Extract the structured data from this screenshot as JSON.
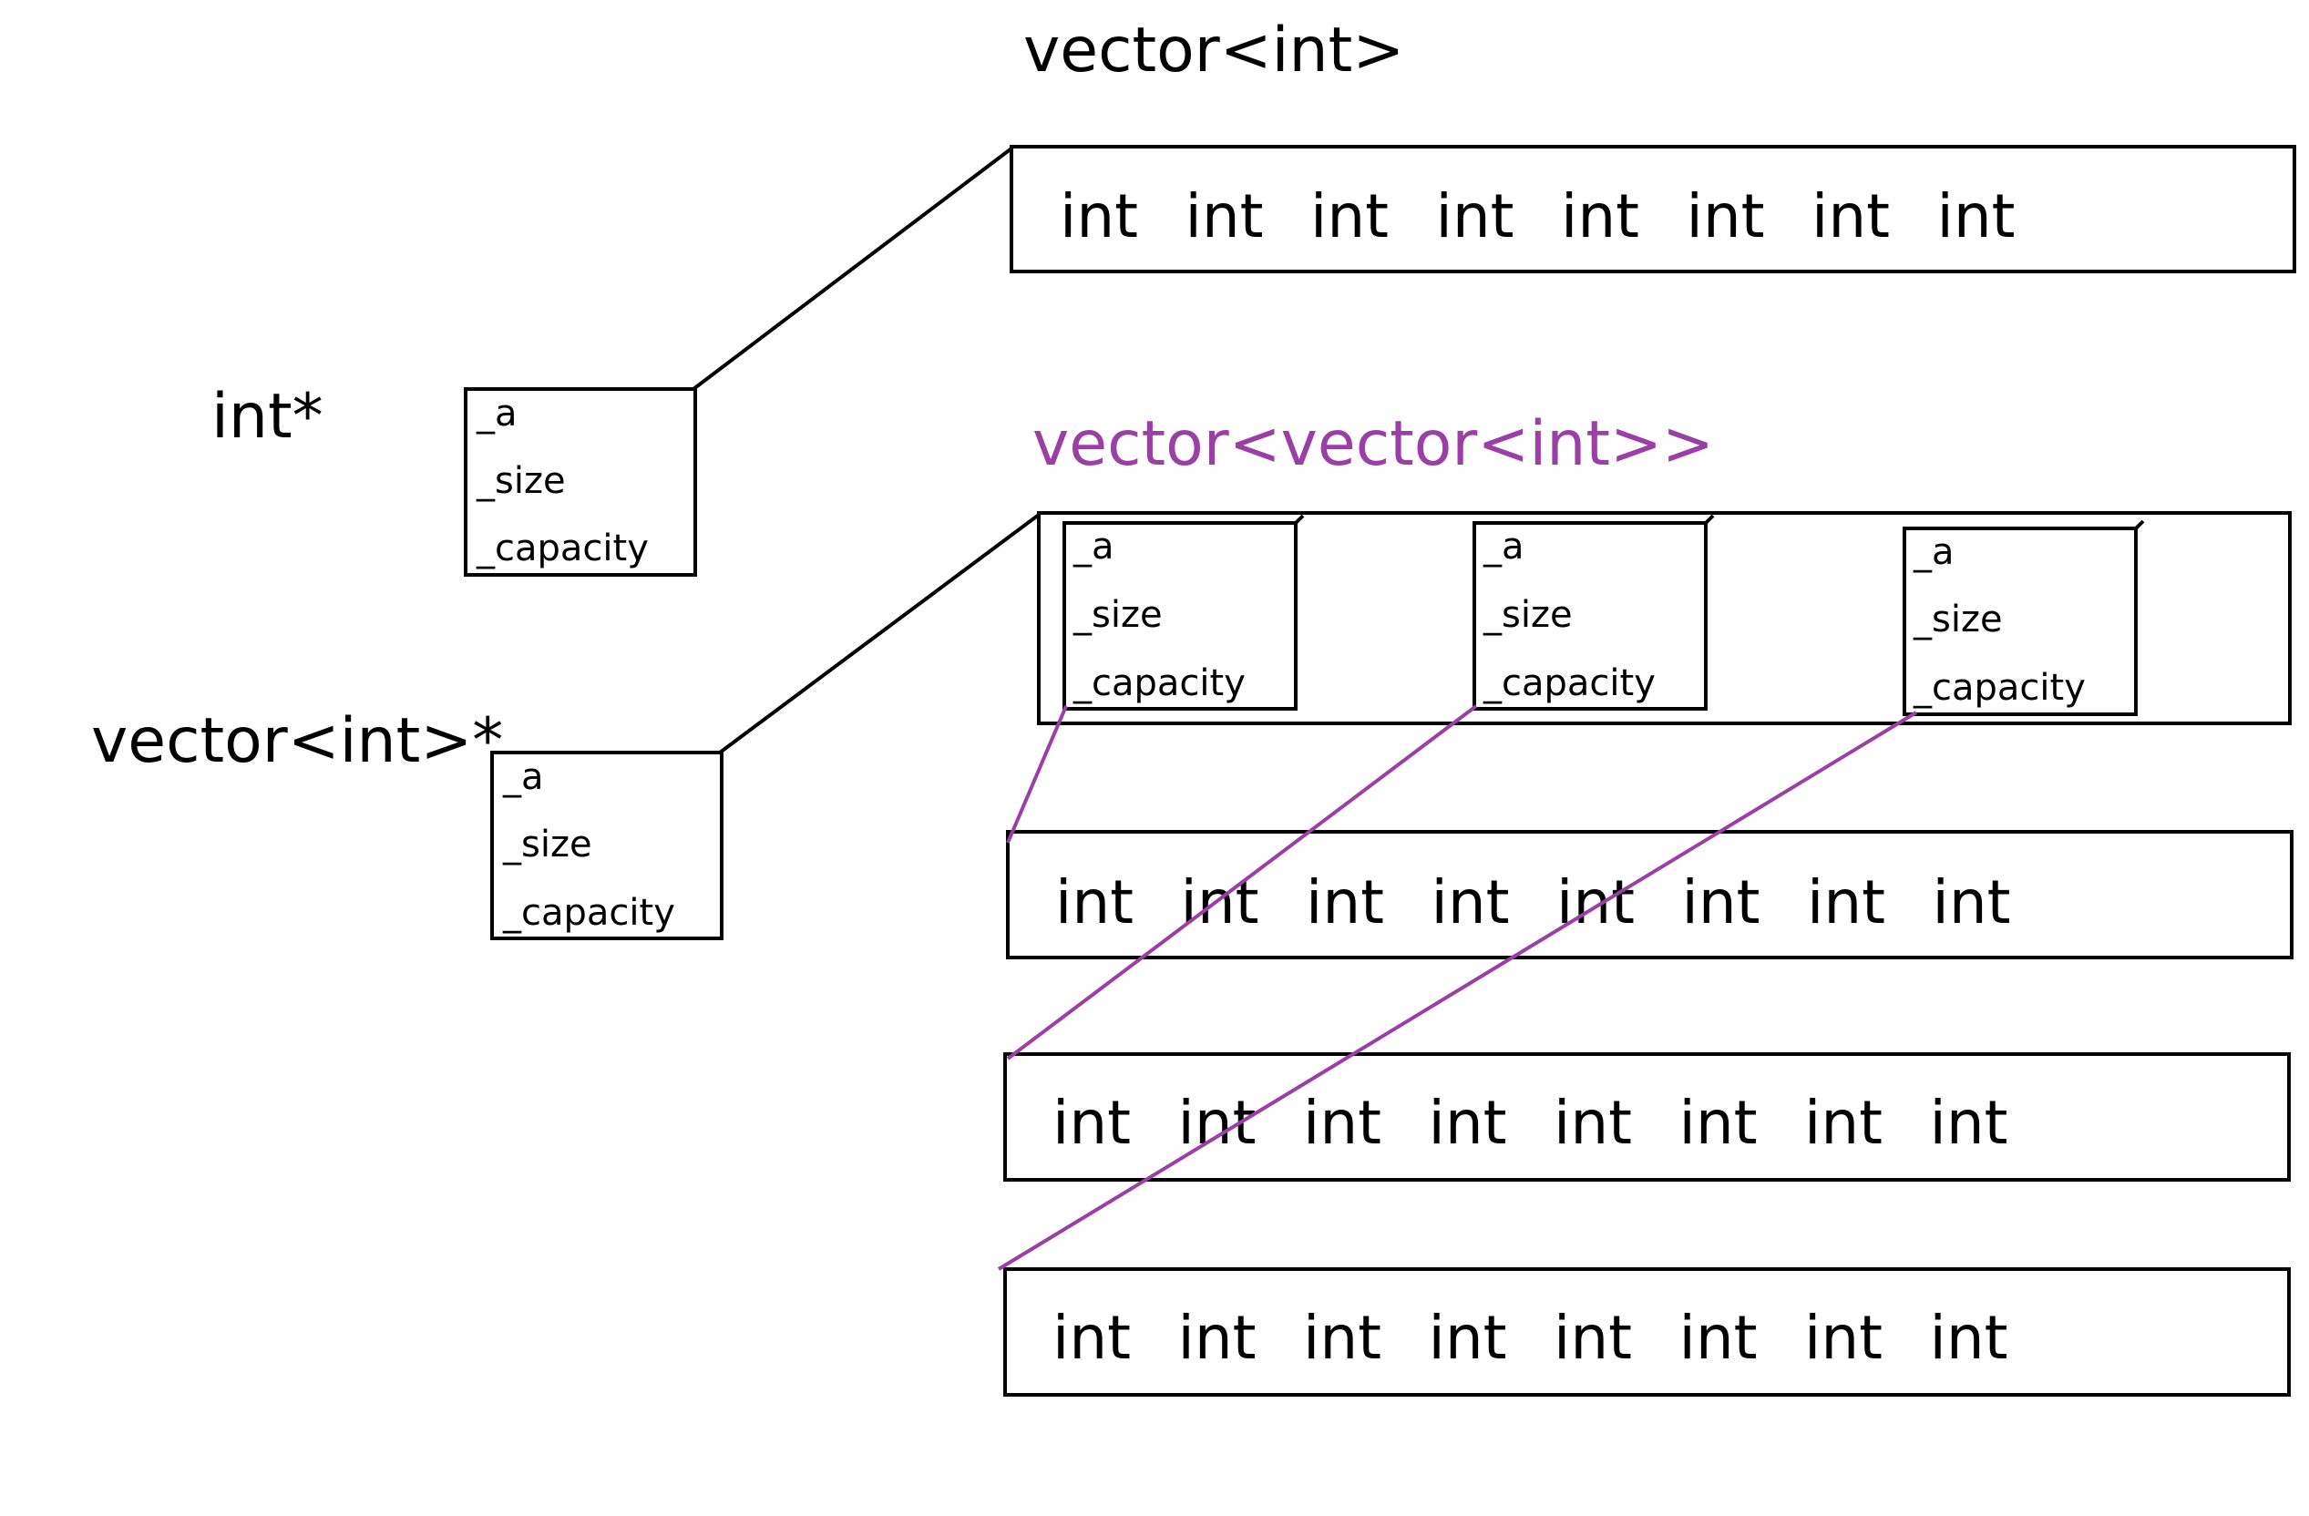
{
  "titles": {
    "vector_int": "vector<int>",
    "vector_vector_int": "vector<vector<int>>",
    "int_ptr": "int*",
    "vector_int_ptr": "vector<int>*"
  },
  "fields": {
    "a": "_a",
    "size": "_size",
    "capacity": "_capacity"
  },
  "element_label": "int",
  "row_lengths": [
    8,
    8,
    8,
    8
  ],
  "colors": {
    "stroke": "#000000",
    "accent_purple": "#9b3fa7",
    "text": "#000000"
  }
}
